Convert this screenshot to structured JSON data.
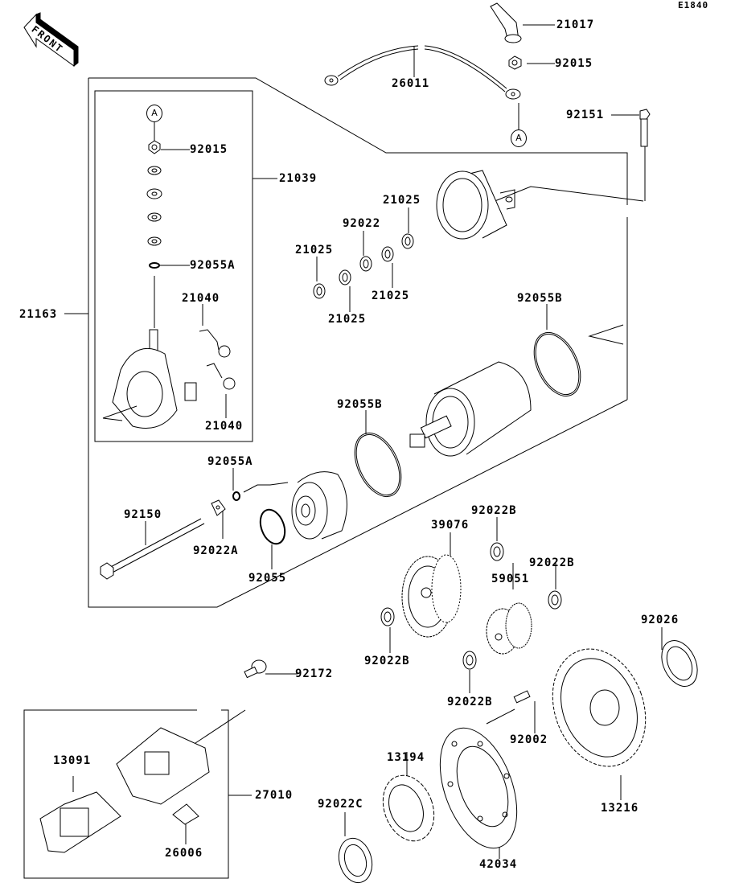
{
  "diagram_code": "E1840",
  "front_label": "FRONT",
  "ref_marker": "A",
  "parts": {
    "p21017": "21017",
    "p92015_top": "92015",
    "p26011": "26011",
    "p92151": "92151",
    "p92015_kit": "92015",
    "p21039": "21039",
    "p92055A_kit": "92055A",
    "p21040_a": "21040",
    "p21040_b": "21040",
    "p21163": "21163",
    "p21025_a": "21025",
    "p92022": "92022",
    "p21025_b": "21025",
    "p21025_c": "21025",
    "p21025_d": "21025",
    "p92055B_a": "92055B",
    "p92055B_b": "92055B",
    "p92055A": "92055A",
    "p92150": "92150",
    "p92022A": "92022A",
    "p92055": "92055",
    "p39076": "39076",
    "p92022B_a": "92022B",
    "p92022B_b": "92022B",
    "p59051": "59051",
    "p92022B_c": "92022B",
    "p92022B_d": "92022B",
    "p92026": "92026",
    "p92172": "92172",
    "p92002": "92002",
    "p13091": "13091",
    "p27010": "27010",
    "p26006": "26006",
    "p13194": "13194",
    "p92022C": "92022C",
    "p42034": "42034",
    "p13216": "13216"
  }
}
